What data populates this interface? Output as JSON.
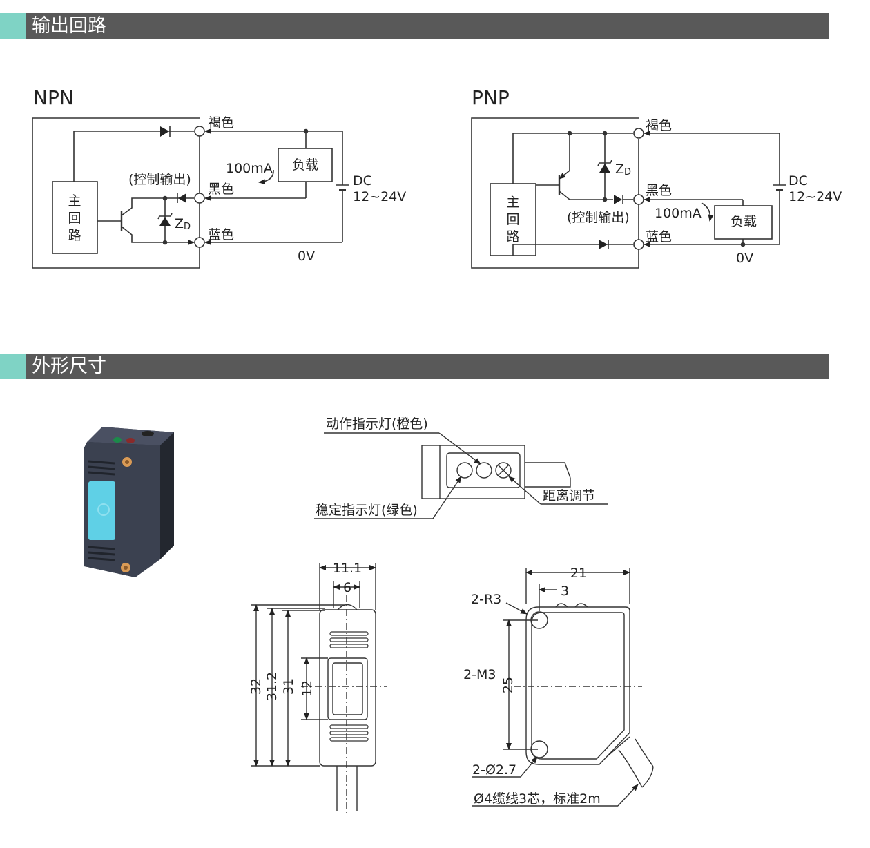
{
  "sections": {
    "output_circuit": "输出回路",
    "dimensions": "外形尺寸"
  },
  "npn": {
    "title": "NPN",
    "main_circuit": [
      "主",
      "回",
      "路"
    ],
    "brown": "褐色",
    "black": "黑色",
    "blue": "蓝色",
    "control_output": "(控制输出)",
    "zd": "Z",
    "zd_sub": "D",
    "current": "100mA",
    "load": "负载",
    "dc": "DC",
    "voltage": "12~24V",
    "zero_v": "0V"
  },
  "pnp": {
    "title": "PNP",
    "main_circuit": [
      "主",
      "回",
      "路"
    ],
    "brown": "褐色",
    "black": "黑色",
    "blue": "蓝色",
    "control_output": "(控制输出)",
    "zd": "Z",
    "zd_sub": "D",
    "current": "100mA",
    "load": "负载",
    "dc": "DC",
    "voltage": "12~24V",
    "zero_v": "0V"
  },
  "indicators": {
    "action": "动作指示灯(橙色)",
    "stable": "稳定指示灯(绿色)",
    "distance": "距离调节"
  },
  "front_view": {
    "w_11_1": "11.1",
    "w_6": "6",
    "h_32": "32",
    "h_31_2": "31.2",
    "h_31": "31",
    "h_12": "12"
  },
  "side_view": {
    "w_21": "21",
    "w_3": "3",
    "r3": "2-R3",
    "m3": "2-M3",
    "h_25": "25",
    "hole": "2-Ø2.7",
    "cable": "Ø4缆线3芯，标准2m"
  },
  "colors": {
    "bar": "#595959",
    "accent": "#7fd3c5",
    "sensor_body": "#3b4150",
    "sensor_window": "#5fd0e6",
    "sensor_screw": "#d99a55"
  }
}
